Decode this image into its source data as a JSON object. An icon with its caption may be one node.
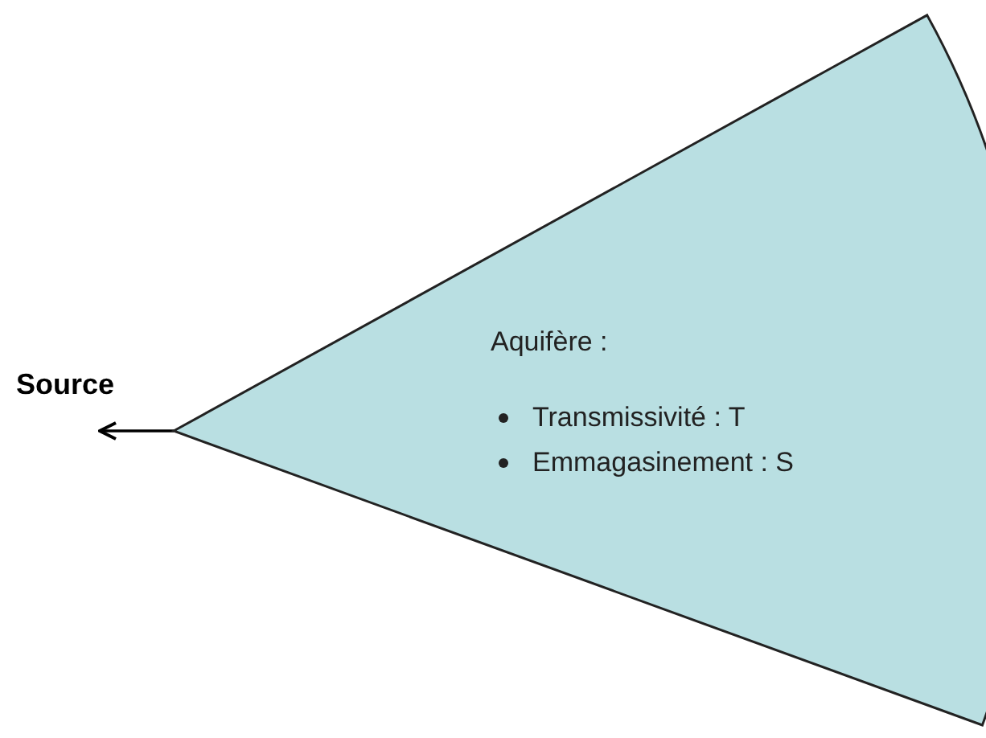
{
  "diagram": {
    "nodes": [
      {
        "text": [
          "Aquifère :",
          "Transmissivité : T",
          "Emmagasinement : S"
        ]
      },
      {
        "text": [
          "Source"
        ]
      }
    ],
    "edges": [
      {
        "from": 0,
        "to": 1,
        "arrow": "to"
      }
    ]
  }
}
